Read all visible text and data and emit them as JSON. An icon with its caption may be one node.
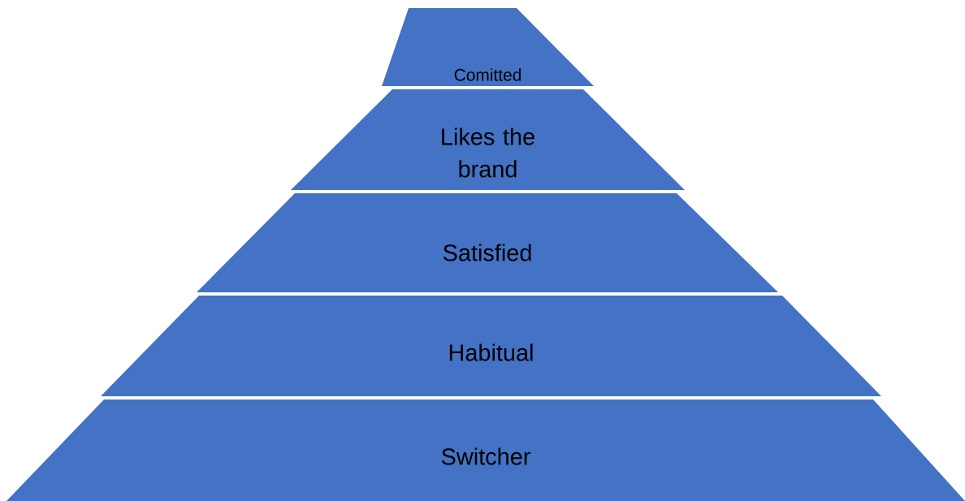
{
  "diagram": {
    "nodes": [
      {
        "text": [
          "Comitted"
        ]
      },
      {
        "text": [
          "Likes the brand"
        ]
      },
      {
        "text": [
          "Satisfied"
        ]
      },
      {
        "text": [
          "Habitual"
        ]
      },
      {
        "text": [
          "Switcher"
        ]
      }
    ]
  }
}
